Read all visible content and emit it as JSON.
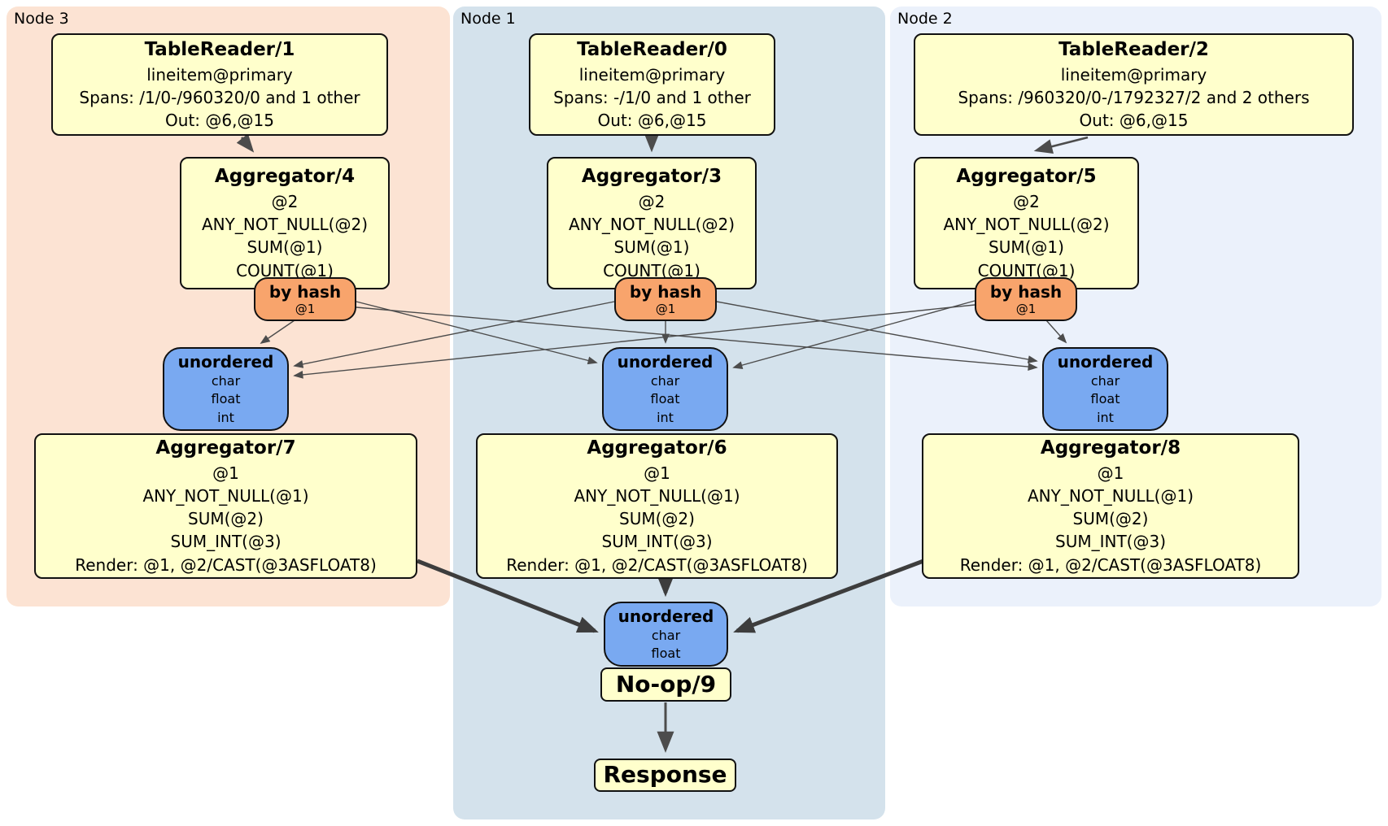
{
  "colors": {
    "node3_bg": "#fce3d3",
    "node1_bg": "#d4e2ec",
    "node2_bg": "#ebf1fb",
    "processor_fill": "#ffffcc",
    "router_fill": "#f8a46c",
    "sync_fill": "#79a9f1",
    "edge": "#4c4c4c"
  },
  "groups": [
    {
      "label": "Node 3",
      "table_reader": {
        "title": "TableReader/1",
        "lines": [
          "lineitem@primary",
          "Spans: /1/0-/960320/0 and 1 other",
          "Out: @6,@15"
        ]
      },
      "stage1_aggregator": {
        "title": "Aggregator/4",
        "lines": [
          "@2",
          "ANY_NOT_NULL(@2)",
          "SUM(@1)",
          "COUNT(@1)"
        ]
      },
      "router": {
        "title": "by hash",
        "detail": "@1"
      },
      "sync": {
        "title": "unordered",
        "types": [
          "char",
          "float",
          "int"
        ]
      },
      "stage2_aggregator": {
        "title": "Aggregator/7",
        "lines": [
          "@1",
          "ANY_NOT_NULL(@1)",
          "SUM(@2)",
          "SUM_INT(@3)",
          "Render: @1, @2/CAST(@3ASFLOAT8)"
        ]
      }
    },
    {
      "label": "Node 1",
      "table_reader": {
        "title": "TableReader/0",
        "lines": [
          "lineitem@primary",
          "Spans: -/1/0 and 1 other",
          "Out: @6,@15"
        ]
      },
      "stage1_aggregator": {
        "title": "Aggregator/3",
        "lines": [
          "@2",
          "ANY_NOT_NULL(@2)",
          "SUM(@1)",
          "COUNT(@1)"
        ]
      },
      "router": {
        "title": "by hash",
        "detail": "@1"
      },
      "sync": {
        "title": "unordered",
        "types": [
          "char",
          "float",
          "int"
        ]
      },
      "stage2_aggregator": {
        "title": "Aggregator/6",
        "lines": [
          "@1",
          "ANY_NOT_NULL(@1)",
          "SUM(@2)",
          "SUM_INT(@3)",
          "Render: @1, @2/CAST(@3ASFLOAT8)"
        ]
      }
    },
    {
      "label": "Node 2",
      "table_reader": {
        "title": "TableReader/2",
        "lines": [
          "lineitem@primary",
          "Spans: /960320/0-/1792327/2 and 2 others",
          "Out: @6,@15"
        ]
      },
      "stage1_aggregator": {
        "title": "Aggregator/5",
        "lines": [
          "@2",
          "ANY_NOT_NULL(@2)",
          "SUM(@1)",
          "COUNT(@1)"
        ]
      },
      "router": {
        "title": "by hash",
        "detail": "@1"
      },
      "sync": {
        "title": "unordered",
        "types": [
          "char",
          "float",
          "int"
        ]
      },
      "stage2_aggregator": {
        "title": "Aggregator/8",
        "lines": [
          "@1",
          "ANY_NOT_NULL(@1)",
          "SUM(@2)",
          "SUM_INT(@3)",
          "Render: @1, @2/CAST(@3ASFLOAT8)"
        ]
      }
    }
  ],
  "final_stage": {
    "sync": {
      "title": "unordered",
      "types": [
        "char",
        "float"
      ]
    },
    "noop": {
      "title": "No-op/9"
    },
    "response": {
      "title": "Response"
    }
  }
}
